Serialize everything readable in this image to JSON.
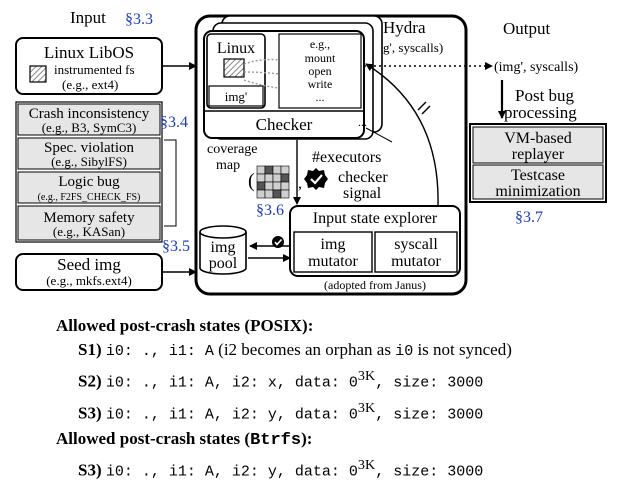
{
  "diagram": {
    "input_label": "Input",
    "output_label": "Output",
    "sections": {
      "s33": "§3.3",
      "s34": "§3.4",
      "s35": "§3.5",
      "s36": "§3.6",
      "s37": "§3.7"
    },
    "libos": {
      "title": "Linux LibOS",
      "line1": "instrumented fs",
      "line2": "(e.g., ext4)"
    },
    "checks": [
      {
        "title": "Crash inconsistency",
        "sub": "(e.g., B3, SymC3)"
      },
      {
        "title": "Spec. violation",
        "sub": "(e.g., SibylFS)"
      },
      {
        "title": "Logic bug",
        "sub": "(e.g., F2FS_CHECK_FS)"
      },
      {
        "title": "Memory safety",
        "sub": "(e.g., KASan)"
      }
    ],
    "seed": {
      "title": "Seed img",
      "sub": "(e.g., mkfs.ext4)"
    },
    "hydra": {
      "title": "Hydra",
      "feedback_label": "(img', syscalls)",
      "linux": "Linux",
      "img_prime": "img'",
      "ops": [
        "e.g.,",
        "mount",
        "open",
        "write",
        "..."
      ],
      "checker": "Checker",
      "ellipsis": "...",
      "executors": "#executors",
      "coverage1": "coverage",
      "coverage2": "map",
      "paren_open": "(",
      "comma_close": ",",
      "checker_signal1": "checker",
      "checker_signal2": "signal",
      "explorer": "Input state explorer",
      "img_mutator1": "img",
      "img_mutator2": "mutator",
      "syscall_mutator1": "syscall",
      "syscall_mutator2": "mutator",
      "adopted": "(adopted from Janus)",
      "pool1": "img",
      "pool2": "pool"
    },
    "output": {
      "label": "(img', syscalls)",
      "post1": "Post bug",
      "post2": "processing",
      "replayer1": "VM-based",
      "replayer2": "replayer",
      "min1": "Testcase",
      "min2": "minimization"
    }
  },
  "states": {
    "posix_header_prefix": "Allowed post-crash states (",
    "posix_header_name": "POSIX",
    "posix_header_suffix": "):",
    "posix_rows": [
      {
        "label": "S1)",
        "code": "i0: ., i1: A",
        "note": " (i2 becomes an orphan as ",
        "code2": "i0",
        "note2": " is not synced)"
      },
      {
        "label": "S2)",
        "code": "i0: ., i1: A, i2: x, data: 0",
        "sup": "3K",
        "code3": ", size: 3000"
      },
      {
        "label": "S3)",
        "code": "i0: ., i1: A, i2: y, data: 0",
        "sup": "3K",
        "code3": ", size: 3000"
      }
    ],
    "btrfs_header_prefix": "Allowed post-crash states (",
    "btrfs_header_name": "Btrfs",
    "btrfs_header_suffix": "):",
    "btrfs_rows": [
      {
        "label": "S3)",
        "code": "i0: ., i1: A, i2: y, data: 0",
        "sup": "3K",
        "code3": ", size: 3000"
      }
    ]
  }
}
